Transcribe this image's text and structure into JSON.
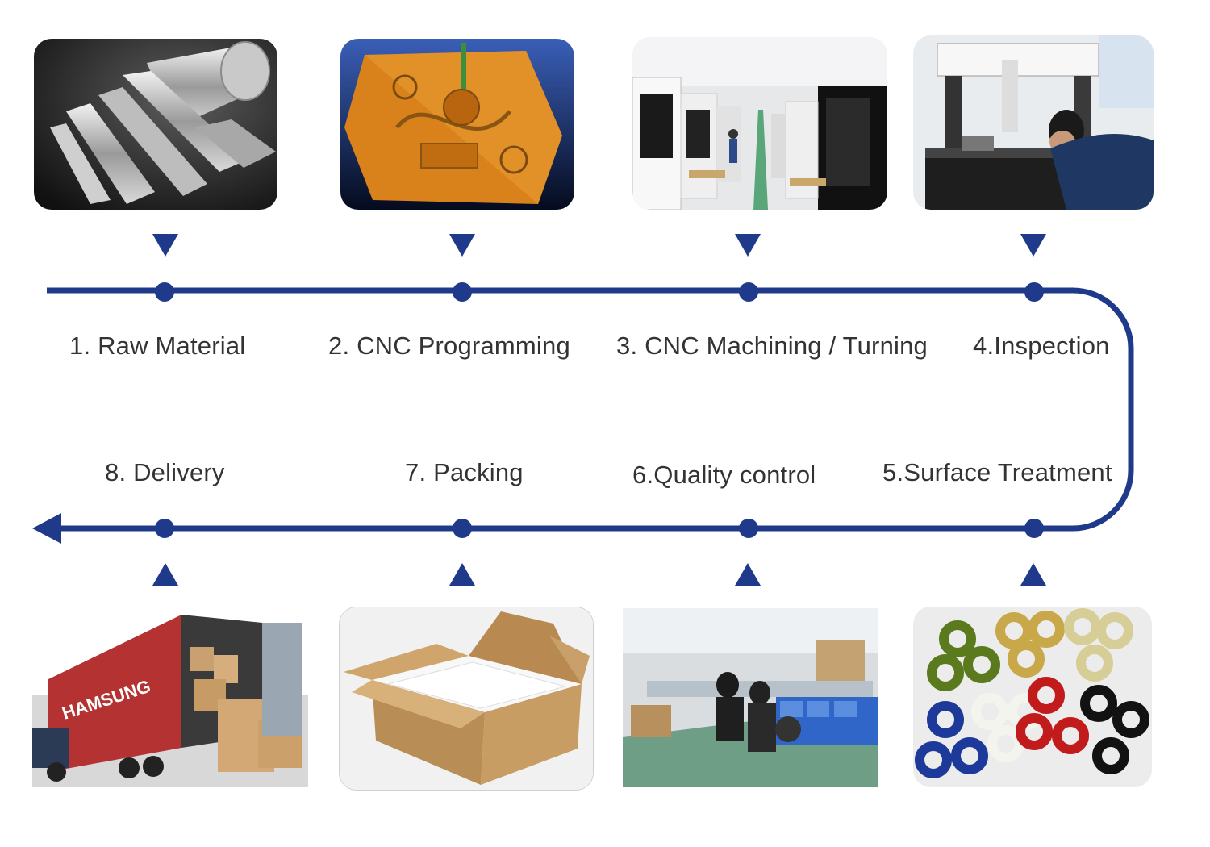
{
  "colors": {
    "line": "#1f3a8a",
    "label": "#333333",
    "background": "#ffffff"
  },
  "steps": [
    {
      "label": "1. Raw Material",
      "photo": "metal-bars-photo"
    },
    {
      "label": "2. CNC Programming",
      "photo": "cad-model-photo"
    },
    {
      "label": "3. CNC Machining / Turning",
      "photo": "machining-workshop-photo"
    },
    {
      "label": "4.Inspection",
      "photo": "cmm-inspection-photo"
    },
    {
      "label": "5.Surface Treatment",
      "photo": "colored-spinners-photo"
    },
    {
      "label": "6.Quality control",
      "photo": "qc-workshop-photo"
    },
    {
      "label": "7. Packing",
      "photo": "carton-box-photo"
    },
    {
      "label": "8. Delivery",
      "photo": "container-truck-photo"
    }
  ],
  "truck_text": "HAMSUNG"
}
